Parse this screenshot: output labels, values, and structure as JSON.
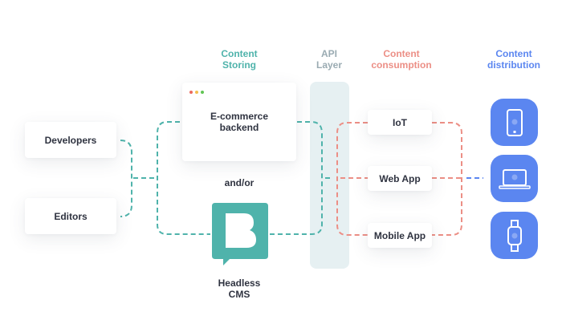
{
  "columns": {
    "storing": {
      "line1": "Content",
      "line2": "Storing"
    },
    "api": {
      "line1": "API",
      "line2": "Layer"
    },
    "consumption": {
      "line1": "Content",
      "line2": "consumption"
    },
    "distribution": {
      "line1": "Content",
      "line2": "distribution"
    }
  },
  "actors": [
    {
      "label": "Developers"
    },
    {
      "label": "Editors"
    }
  ],
  "storage": {
    "ecommerce": {
      "line1": "E-commerce",
      "line2": "backend"
    },
    "connector": "and/or",
    "cms": {
      "line1": "Headless",
      "line2": "CMS",
      "logo_letter": "B"
    }
  },
  "consumers": [
    {
      "label": "IoT"
    },
    {
      "label": "Web App"
    },
    {
      "label": "Mobile App"
    }
  ],
  "devices": [
    {
      "icon": "smartphone-icon"
    },
    {
      "icon": "laptop-icon"
    },
    {
      "icon": "smartwatch-icon"
    }
  ],
  "colors": {
    "teal": "#4fb3ab",
    "coral": "#ec8f86",
    "blue": "#5b86f0",
    "api_band": "#e6f0f2",
    "text": "#2f3340",
    "api_title": "#9aabb2",
    "window_dots": [
      "#ec6a5e",
      "#f4bf4f",
      "#61c554"
    ]
  }
}
